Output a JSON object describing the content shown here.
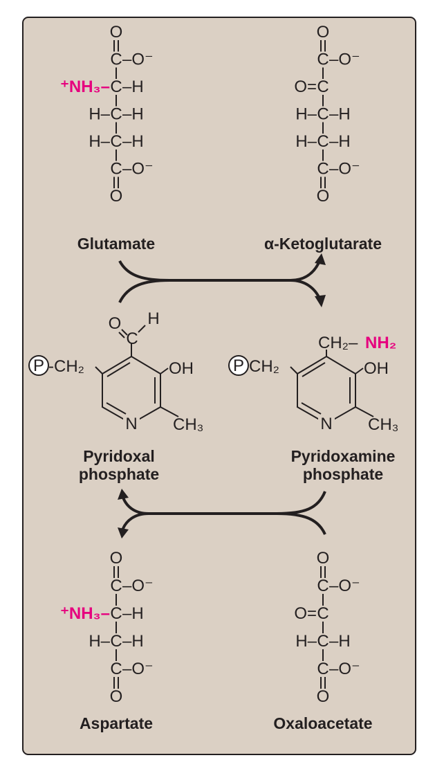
{
  "colors": {
    "background": "#dbd0c4",
    "highlight": "#e6007e",
    "ink": "#231f20"
  },
  "compounds": {
    "glutamate": {
      "name": "Glutamate",
      "rows": [
        {
          "left": "",
          "center": "O",
          "right": ""
        },
        {
          "left": "",
          "center": "C",
          "right": "–O⁻"
        },
        {
          "left": "⁺NH₃–",
          "center": "C",
          "right": "–H",
          "left_highlight": true
        },
        {
          "left": "H–",
          "center": "C",
          "right": "–H"
        },
        {
          "left": "H–",
          "center": "C",
          "right": "–H"
        },
        {
          "left": "",
          "center": "C",
          "right": "–O⁻"
        },
        {
          "left": "",
          "center": "O",
          "right": ""
        }
      ],
      "bonds": [
        "double",
        "single",
        "single",
        "single",
        "single",
        "double"
      ]
    },
    "alpha_ketoglutarate": {
      "name": "α-Ketoglutarate",
      "rows": [
        {
          "left": "",
          "center": "O",
          "right": ""
        },
        {
          "left": "",
          "center": "C",
          "right": "–O⁻"
        },
        {
          "left": "O=",
          "center": "C",
          "right": ""
        },
        {
          "left": "H–",
          "center": "C",
          "right": "–H"
        },
        {
          "left": "H–",
          "center": "C",
          "right": "–H"
        },
        {
          "left": "",
          "center": "C",
          "right": "–O⁻"
        },
        {
          "left": "",
          "center": "O",
          "right": ""
        }
      ],
      "bonds": [
        "double",
        "single",
        "single",
        "single",
        "single",
        "double"
      ]
    },
    "pyridoxal_phosphate": {
      "name_line1": "Pyridoxal",
      "name_line2": "phosphate",
      "phosphate": "P",
      "linker": "-CH₂",
      "substituent_o": "O",
      "substituent_c": "C",
      "substituent_h": "H",
      "hydroxyl": "OH",
      "methyl": "CH₃",
      "nitrogen": "N"
    },
    "pyridoxamine_phosphate": {
      "name_line1": "Pyridoxamine",
      "name_line2": "phosphate",
      "phosphate": "P",
      "linker": "CH₂",
      "substituent": "CH₂–",
      "amine": "NH₂",
      "hydroxyl": "OH",
      "methyl": "CH₃",
      "nitrogen": "N"
    },
    "aspartate": {
      "name": "Aspartate",
      "rows": [
        {
          "left": "",
          "center": "O",
          "right": ""
        },
        {
          "left": "",
          "center": "C",
          "right": "–O⁻"
        },
        {
          "left": "⁺NH₃–",
          "center": "C",
          "right": "–H",
          "left_highlight": true
        },
        {
          "left": "H–",
          "center": "C",
          "right": "–H"
        },
        {
          "left": "",
          "center": "C",
          "right": "–O⁻"
        },
        {
          "left": "",
          "center": "O",
          "right": ""
        }
      ],
      "bonds": [
        "double",
        "single",
        "single",
        "single",
        "double"
      ]
    },
    "oxaloacetate": {
      "name": "Oxaloacetate",
      "rows": [
        {
          "left": "",
          "center": "O",
          "right": ""
        },
        {
          "left": "",
          "center": "C",
          "right": "–O⁻"
        },
        {
          "left": "O=",
          "center": "C",
          "right": ""
        },
        {
          "left": "H–",
          "center": "C",
          "right": "–H"
        },
        {
          "left": "",
          "center": "C",
          "right": "–O⁻"
        },
        {
          "left": "",
          "center": "O",
          "right": ""
        }
      ],
      "bonds": [
        "double",
        "single",
        "single",
        "single",
        "double"
      ]
    }
  }
}
